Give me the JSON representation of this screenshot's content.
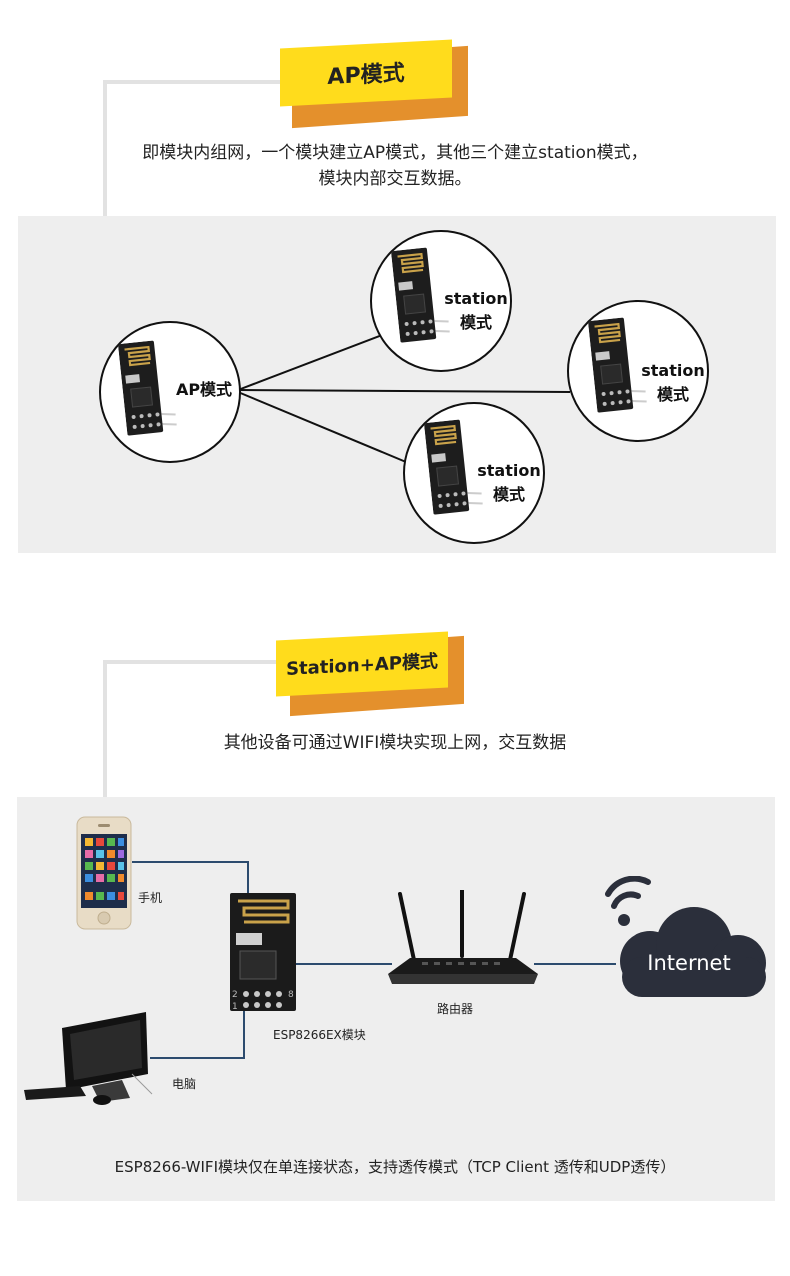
{
  "section1": {
    "tag": "AP模式",
    "desc_line1": "即模块内组网，一个模块建立AP模式，其他三个建立station模式，",
    "desc_line2": "模块内部交互数据。",
    "ap_label": "AP模式",
    "station_line1": "station",
    "station_line2": "模式"
  },
  "section2": {
    "tag": "Station+AP模式",
    "desc": "其他设备可通过WIFI模块实现上网，交互数据",
    "phone_label": "手机",
    "module_label": "ESP8266EX模块",
    "router_label": "路由器",
    "pc_label": "电脑",
    "cloud_label": "Internet",
    "footer": "ESP8266-WIFI模块仅在单连接状态，支持透传模式（TCP Client 透传和UDP透传）"
  },
  "colors": {
    "tag_yellow": "#ffdc1c",
    "tag_orange": "#e4902c",
    "panel_gray": "#eeeeee",
    "line_blue": "#2c4b6e",
    "cloud_dark": "#2b2f3b"
  },
  "icons": [
    "esp8266-module-icon",
    "smartphone-icon",
    "router-icon",
    "desktop-pc-icon",
    "cloud-icon",
    "wifi-signal-icon"
  ]
}
